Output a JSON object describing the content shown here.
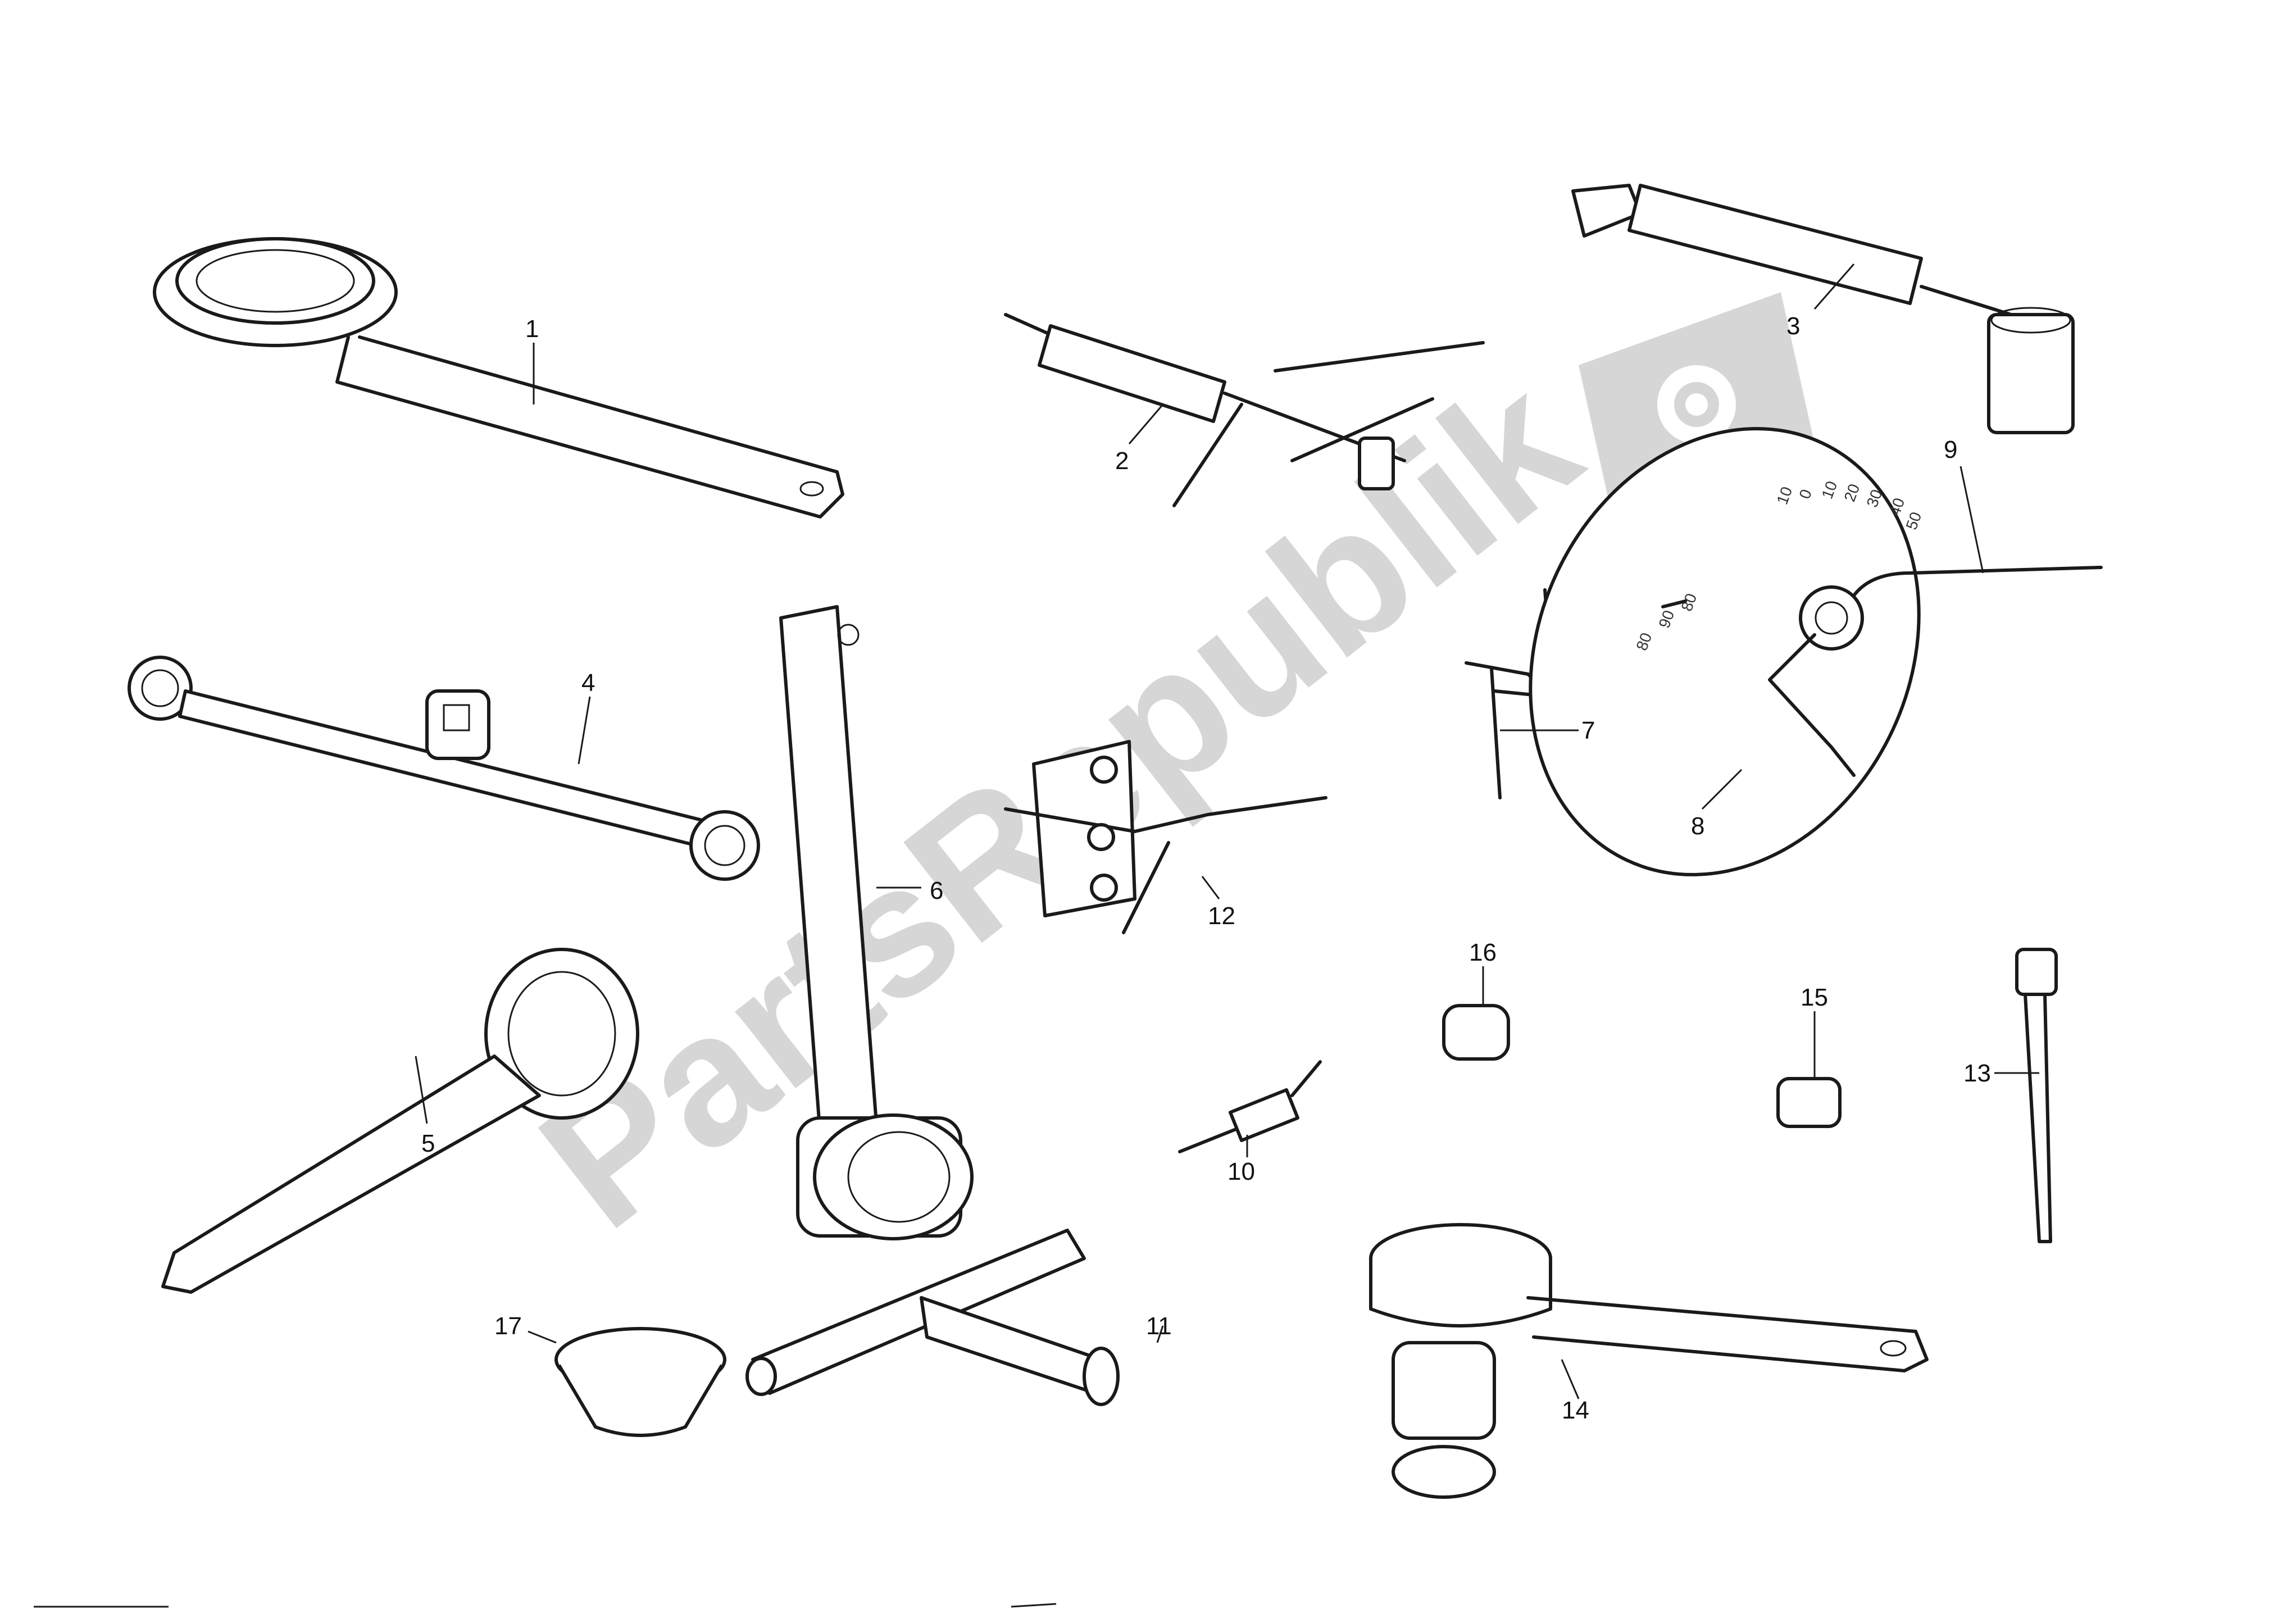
{
  "diagram": {
    "callouts": [
      "1",
      "2",
      "3",
      "4",
      "5",
      "6",
      "7",
      "8",
      "9",
      "10",
      "11",
      "12",
      "13",
      "14",
      "15",
      "16",
      "17"
    ],
    "dial_marks": [
      "10",
      "0",
      "10",
      "20",
      "30",
      "40",
      "50",
      "80",
      "90",
      "80"
    ]
  },
  "watermark": {
    "text": "PartsRepublik",
    "icon": "gear-icon"
  }
}
